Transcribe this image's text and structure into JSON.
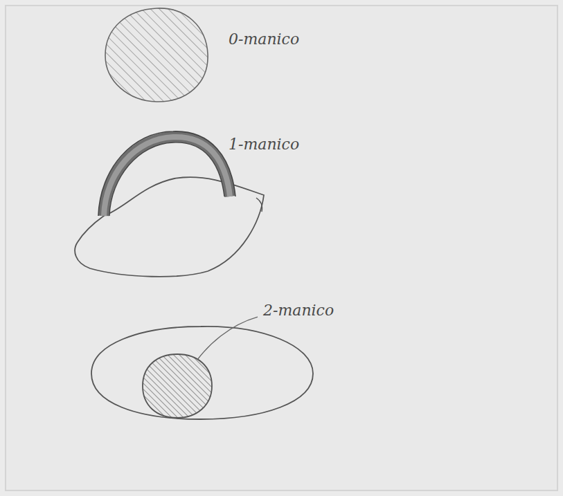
{
  "diagram": {
    "labels": [
      "0-manico",
      "1-manico",
      "2-manico"
    ]
  }
}
